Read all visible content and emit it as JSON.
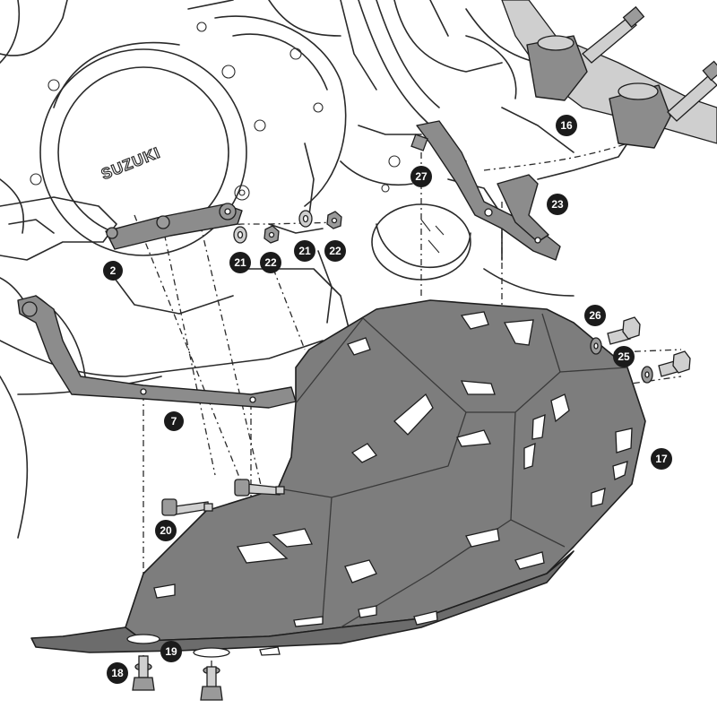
{
  "diagram": {
    "brand_mark": "SUZUKI",
    "colors": {
      "plate": "#7d7d7d",
      "label_bubble": "#1b1b1b",
      "label_text": "#ffffff",
      "line_art": "#2a2a2a"
    },
    "part_labels": {
      "p2": "2",
      "p7": "7",
      "p16": "16",
      "p17": "17",
      "p18": "18",
      "p19": "19",
      "p20": "20",
      "p21a": "21",
      "p21b": "21",
      "p22a": "22",
      "p22b": "22",
      "p23": "23",
      "p25": "25",
      "p26": "26",
      "p27": "27"
    }
  }
}
